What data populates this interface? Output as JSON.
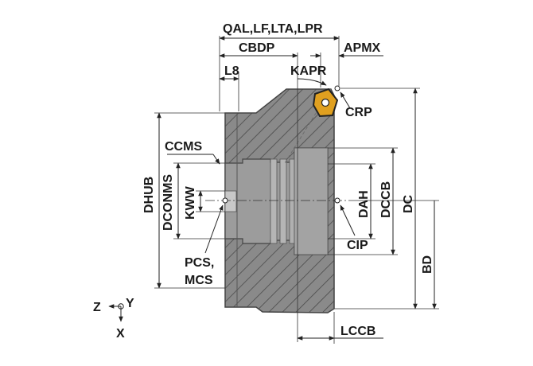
{
  "labels": {
    "qal": "QAL,LF,LTA,LPR",
    "cbdp": "CBDP",
    "apmx": "APMX",
    "l8": "L8",
    "kapr": "KAPR",
    "crp": "CRP",
    "ccms": "CCMS",
    "dhub": "DHUB",
    "dconms": "DCONMS",
    "kww": "KWW",
    "dah": "DAH",
    "dccb": "DCCB",
    "dc": "DC",
    "cip": "CIP",
    "pcs": "PCS,",
    "mcs": "MCS",
    "bd": "BD",
    "lccb": "LCCB",
    "axis_z": "Z",
    "axis_y": "Y",
    "axis_x": "X"
  },
  "colors": {
    "body": "#8a8a8a",
    "body_dark": "#6f6f6f",
    "bore": "#9a9a9a",
    "insert": "#e0a020",
    "text": "#1a1a1a"
  }
}
